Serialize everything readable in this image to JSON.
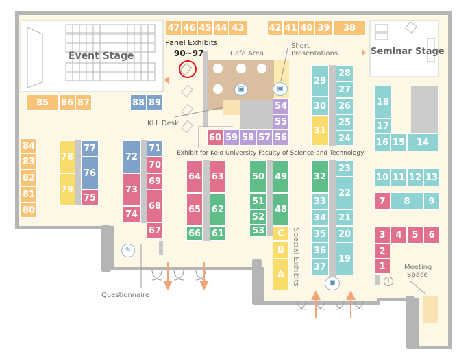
{
  "colors": {
    "orange": "#f8c377",
    "blue": "#7fa2c8",
    "pink": "#e0708c",
    "green": "#5fbd8a",
    "teal": "#8fd2d2",
    "yellow": "#f9dc6c",
    "purple": "#b89fd6",
    "gray": "#c8c8c8",
    "floor": "#fdf8e6",
    "wall": "#b5b5b5",
    "arrow": "#f0a57a",
    "highlight": "#e8141e",
    "text": "#555555"
  },
  "labels": {
    "event_stage": "Event Stage",
    "seminar_stage": "Seminar Stage",
    "panel_exhibits_line1": "Panel Exhibits",
    "panel_exhibits_line2": "90~97",
    "cafe_area": "Cafe Area",
    "short_presentations_line1": "Short",
    "short_presentations_line2": "Presentations",
    "kll_desk": "KLL Desk",
    "exhibit_keio": "Exhibit for Keio University Faculty of Science and Technology",
    "special_exhibits": "Special Exhibits",
    "meeting_space_line1": "Meeting",
    "meeting_space_line2": "Space",
    "questionnaire": "Questionnaire"
  },
  "booths": [
    {
      "id": "47",
      "c": "orange"
    },
    {
      "id": "46",
      "c": "orange"
    },
    {
      "id": "45",
      "c": "orange"
    },
    {
      "id": "44",
      "c": "orange"
    },
    {
      "id": "43",
      "c": "orange"
    },
    {
      "id": "42",
      "c": "orange"
    },
    {
      "id": "41",
      "c": "orange"
    },
    {
      "id": "40",
      "c": "orange"
    },
    {
      "id": "39",
      "c": "orange"
    },
    {
      "id": "38",
      "c": "orange"
    },
    {
      "id": "85",
      "c": "orange"
    },
    {
      "id": "86",
      "c": "orange"
    },
    {
      "id": "87",
      "c": "orange"
    },
    {
      "id": "88",
      "c": "blue"
    },
    {
      "id": "89",
      "c": "blue"
    },
    {
      "id": "84",
      "c": "orange"
    },
    {
      "id": "83",
      "c": "orange"
    },
    {
      "id": "82",
      "c": "orange"
    },
    {
      "id": "81",
      "c": "orange"
    },
    {
      "id": "80",
      "c": "orange"
    },
    {
      "id": "78",
      "c": "yellow"
    },
    {
      "id": "79",
      "c": "yellow"
    },
    {
      "id": "77",
      "c": "blue"
    },
    {
      "id": "76",
      "c": "blue"
    },
    {
      "id": "75",
      "c": "pink"
    },
    {
      "id": "72",
      "c": "blue"
    },
    {
      "id": "73",
      "c": "pink"
    },
    {
      "id": "74",
      "c": "pink"
    },
    {
      "id": "71",
      "c": "blue"
    },
    {
      "id": "70",
      "c": "pink"
    },
    {
      "id": "69",
      "c": "pink"
    },
    {
      "id": "68",
      "c": "pink"
    },
    {
      "id": "67",
      "c": "pink"
    },
    {
      "id": "64",
      "c": "pink"
    },
    {
      "id": "65",
      "c": "pink"
    },
    {
      "id": "66",
      "c": "green"
    },
    {
      "id": "63",
      "c": "pink"
    },
    {
      "id": "62",
      "c": "green"
    },
    {
      "id": "61",
      "c": "green"
    },
    {
      "id": "60",
      "c": "pink"
    },
    {
      "id": "59",
      "c": "purple"
    },
    {
      "id": "58",
      "c": "purple"
    },
    {
      "id": "57",
      "c": "purple"
    },
    {
      "id": "56",
      "c": "purple"
    },
    {
      "id": "54",
      "c": "purple"
    },
    {
      "id": "55",
      "c": "purple"
    },
    {
      "id": "50",
      "c": "green"
    },
    {
      "id": "51",
      "c": "green"
    },
    {
      "id": "52",
      "c": "green"
    },
    {
      "id": "53",
      "c": "green"
    },
    {
      "id": "49",
      "c": "green"
    },
    {
      "id": "48",
      "c": "green"
    },
    {
      "id": "C",
      "c": "yellow"
    },
    {
      "id": "B",
      "c": "yellow"
    },
    {
      "id": "A",
      "c": "yellow"
    },
    {
      "id": "29",
      "c": "teal"
    },
    {
      "id": "30",
      "c": "teal"
    },
    {
      "id": "31",
      "c": "yellow"
    },
    {
      "id": "28",
      "c": "teal"
    },
    {
      "id": "27",
      "c": "teal"
    },
    {
      "id": "26",
      "c": "teal"
    },
    {
      "id": "25",
      "c": "teal"
    },
    {
      "id": "24",
      "c": "teal"
    },
    {
      "id": "32",
      "c": "green"
    },
    {
      "id": "33",
      "c": "teal"
    },
    {
      "id": "34",
      "c": "teal"
    },
    {
      "id": "35",
      "c": "teal"
    },
    {
      "id": "36",
      "c": "teal"
    },
    {
      "id": "37",
      "c": "teal"
    },
    {
      "id": "23",
      "c": "teal"
    },
    {
      "id": "22",
      "c": "teal"
    },
    {
      "id": "21",
      "c": "teal"
    },
    {
      "id": "20",
      "c": "teal"
    },
    {
      "id": "19",
      "c": "teal"
    },
    {
      "id": "18",
      "c": "teal"
    },
    {
      "id": "17",
      "c": "teal"
    },
    {
      "id": "16",
      "c": "teal"
    },
    {
      "id": "15",
      "c": "teal"
    },
    {
      "id": "14",
      "c": "teal"
    },
    {
      "id": "10",
      "c": "teal"
    },
    {
      "id": "11",
      "c": "teal"
    },
    {
      "id": "12",
      "c": "teal"
    },
    {
      "id": "13",
      "c": "teal"
    },
    {
      "id": "7",
      "c": "pink"
    },
    {
      "id": "8",
      "c": "teal"
    },
    {
      "id": "9",
      "c": "teal"
    },
    {
      "id": "3",
      "c": "pink"
    },
    {
      "id": "4",
      "c": "pink"
    },
    {
      "id": "5",
      "c": "pink"
    },
    {
      "id": "6",
      "c": "pink"
    },
    {
      "id": "2",
      "c": "pink"
    },
    {
      "id": "1",
      "c": "pink"
    }
  ]
}
